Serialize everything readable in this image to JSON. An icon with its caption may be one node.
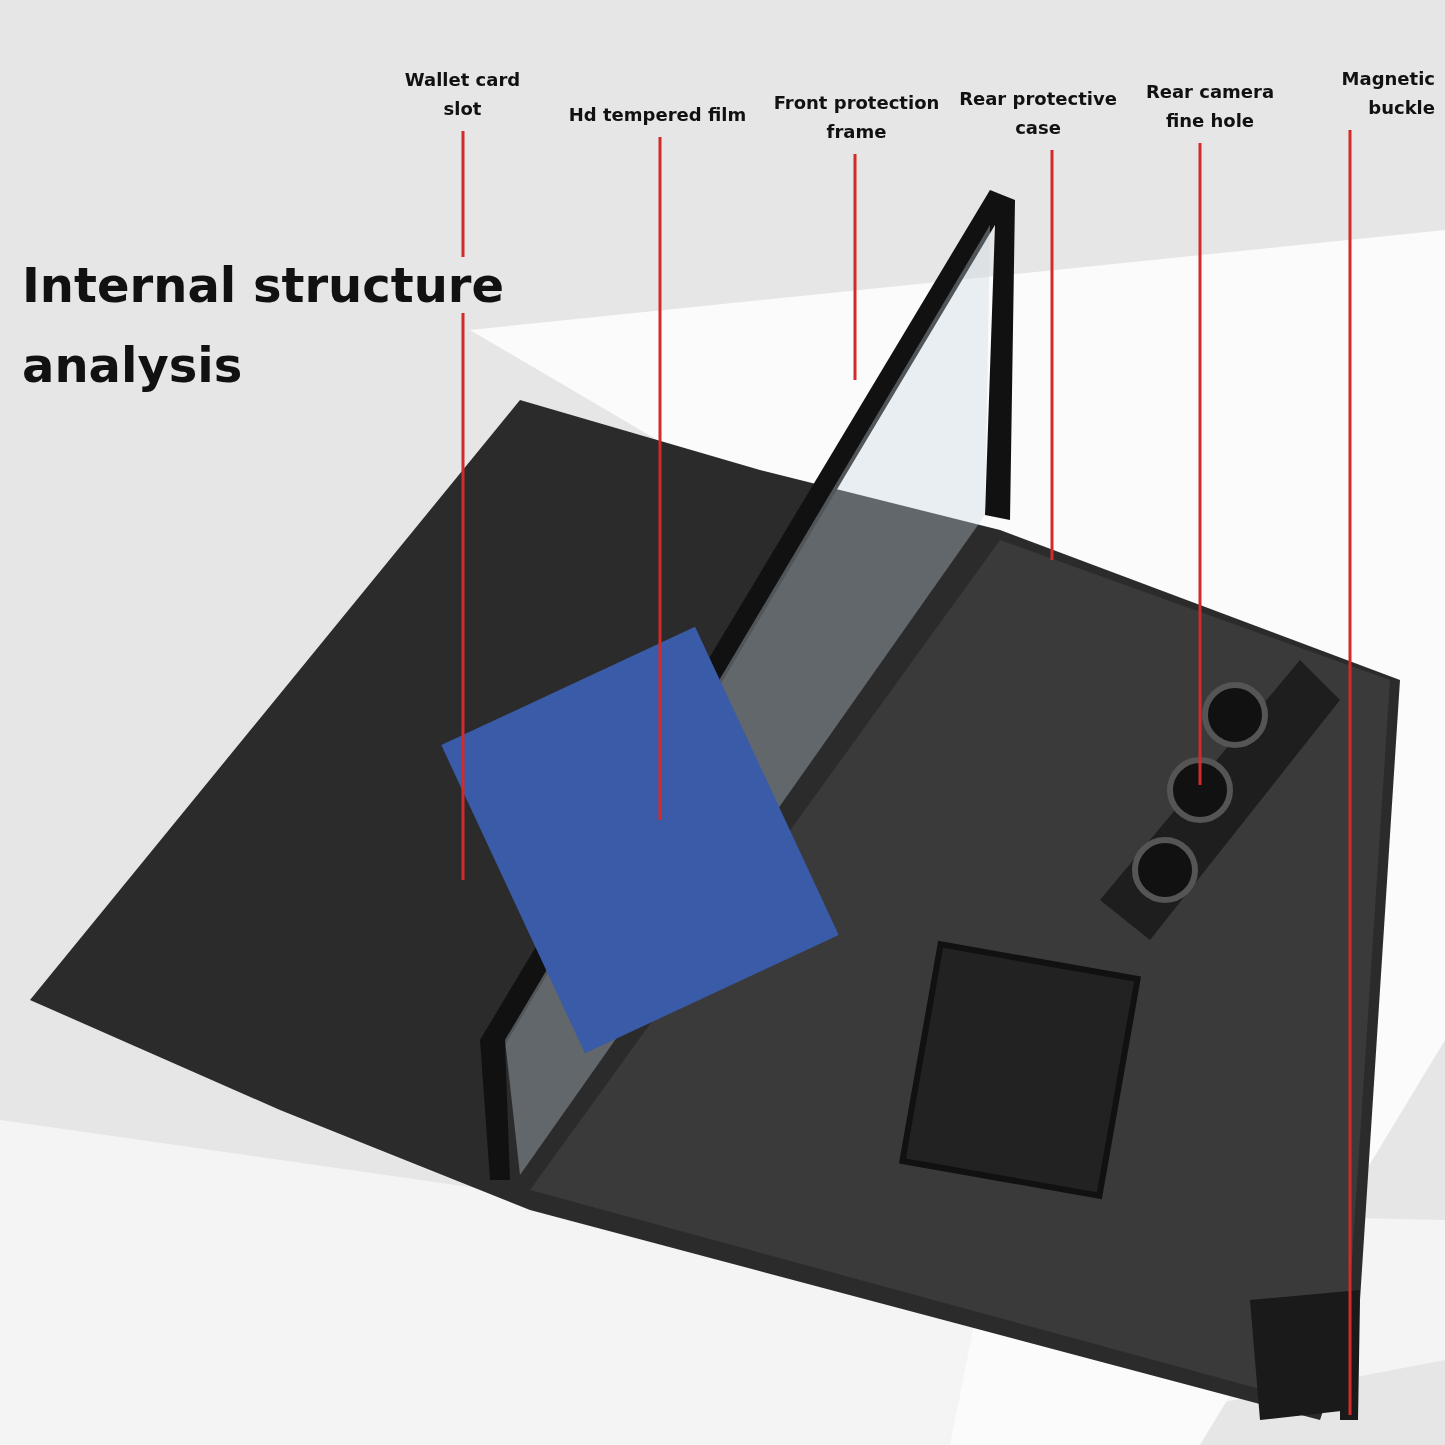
{
  "diagram": {
    "title": "Internal structure analysis",
    "nodes": [
      {
        "text": [
          "Wallet card slot"
        ]
      },
      {
        "text": [
          "Hd tempered film"
        ]
      },
      {
        "text": [
          "Front protection frame"
        ]
      },
      {
        "text": [
          "Rear protective case"
        ]
      },
      {
        "text": [
          "Rear camera fine hole"
        ]
      },
      {
        "text": [
          "Magnetic buckle"
        ]
      }
    ],
    "edges": [
      {
        "from": 0,
        "to": null,
        "arrow": "none"
      },
      {
        "from": 1,
        "to": null,
        "arrow": "none"
      },
      {
        "from": 2,
        "to": null,
        "arrow": "none"
      },
      {
        "from": 3,
        "to": null,
        "arrow": "none"
      },
      {
        "from": 4,
        "to": null,
        "arrow": "none"
      },
      {
        "from": 5,
        "to": null,
        "arrow": "none"
      }
    ]
  }
}
